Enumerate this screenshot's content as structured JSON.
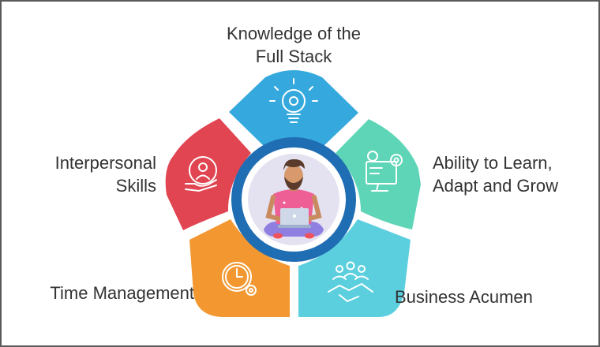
{
  "segments": {
    "top": {
      "label_lines": [
        "Knowledge of the",
        "Full Stack"
      ],
      "color": "#35a9dd",
      "icon": "lightbulb-gear-icon"
    },
    "right": {
      "label_lines": [
        "Ability to Learn,",
        "Adapt and Grow"
      ],
      "color": "#5fd5b7",
      "icon": "computer-learning-icon"
    },
    "bottom_right": {
      "label_lines": [
        "Business Acumen"
      ],
      "color": "#5ccfdf",
      "icon": "handshake-team-icon"
    },
    "bottom_left": {
      "label_lines": [
        "Time Management"
      ],
      "color": "#f39831",
      "icon": "clock-gear-icon"
    },
    "left": {
      "label_lines": [
        "Interpersonal",
        "Skills"
      ],
      "color": "#e04551",
      "icon": "hand-gear-person-icon"
    }
  },
  "center": {
    "icon": "developer-with-laptop-illustration",
    "ring_color": "#1f6db3"
  }
}
